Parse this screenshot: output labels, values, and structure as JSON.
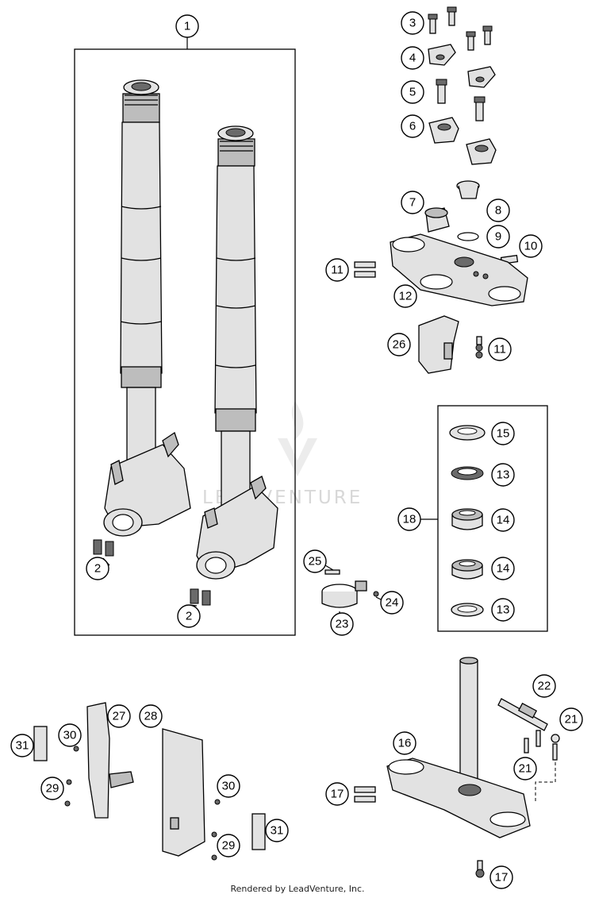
{
  "watermark": "LEADVENTURE",
  "footer": "Rendered by LeadVenture, Inc.",
  "callouts": [
    "1",
    "2",
    "2",
    "3",
    "4",
    "5",
    "6",
    "7",
    "8",
    "9",
    "10",
    "11",
    "11",
    "12",
    "26",
    "15",
    "13",
    "14",
    "14",
    "13",
    "18",
    "25",
    "24",
    "23",
    "22",
    "21",
    "21",
    "16",
    "17",
    "17",
    "27",
    "28",
    "30",
    "30",
    "31",
    "31",
    "29",
    "29"
  ]
}
